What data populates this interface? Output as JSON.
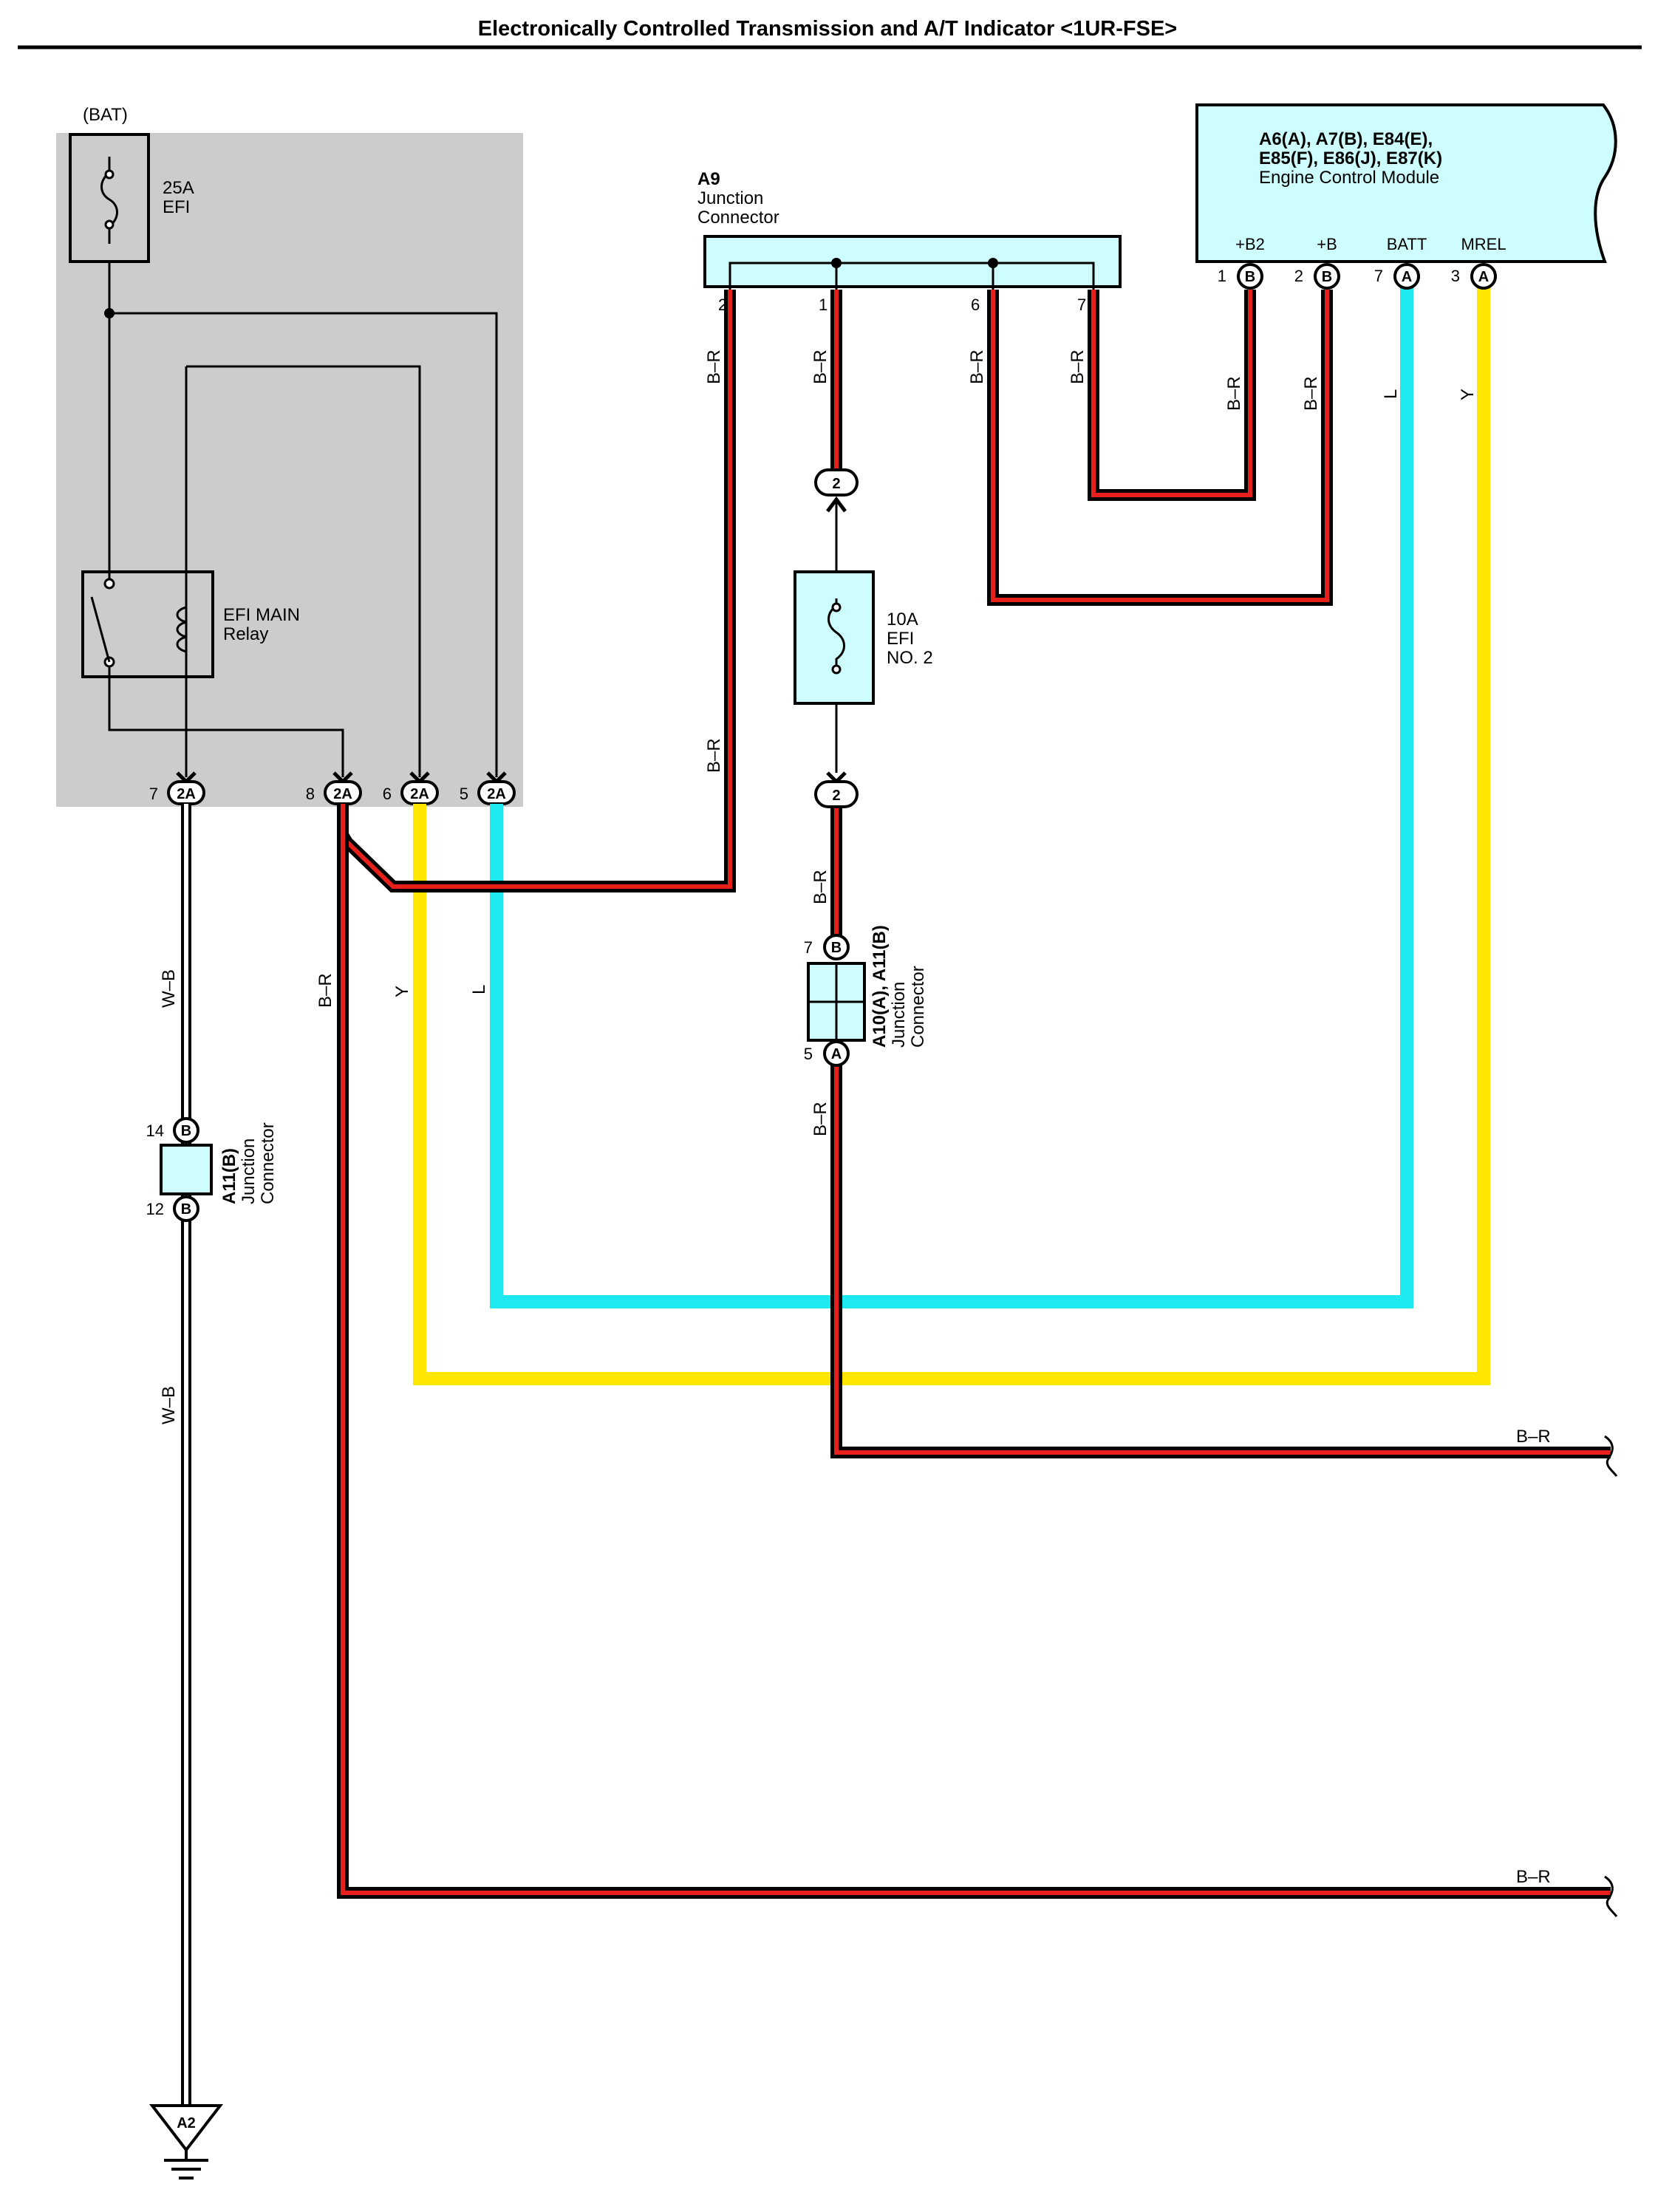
{
  "title": "Electronically Controlled Transmission and A/T Indicator <1UR-FSE>",
  "power_source": "(BAT)",
  "fuse_efi": {
    "rating": "25A",
    "name": "EFI"
  },
  "relay": {
    "line1": "EFI MAIN",
    "line2": "Relay"
  },
  "fuse_efi2": {
    "rating": "10A",
    "line1": "EFI",
    "line2": "NO. 2"
  },
  "a9": {
    "code": "A9",
    "line1": "Junction",
    "line2": "Connector",
    "pins": {
      "p2": "2",
      "p1": "1",
      "p6": "6",
      "p7": "7"
    }
  },
  "ecm": {
    "line1": "A6(A), A7(B), E84(E),",
    "line2": "E85(F), E86(J), E87(K)",
    "line3": "Engine Control Module",
    "terminals": [
      {
        "name": "+B2",
        "pin": "1",
        "conn": "B"
      },
      {
        "name": "+B",
        "pin": "2",
        "conn": "B"
      },
      {
        "name": "BATT",
        "pin": "7",
        "conn": "A"
      },
      {
        "name": "MREL",
        "pin": "3",
        "conn": "A"
      }
    ]
  },
  "relay_block_pins": [
    {
      "pin": "7",
      "conn": "2A"
    },
    {
      "pin": "8",
      "conn": "2A"
    },
    {
      "pin": "6",
      "conn": "2A"
    },
    {
      "pin": "5",
      "conn": "2A"
    }
  ],
  "inline_connector": "2",
  "a10_a11": {
    "code": "A10(A), A11(B)",
    "line1": "Junction",
    "line2": "Connector",
    "top_pin": "7",
    "top_conn": "B",
    "bottom_pin": "5",
    "bottom_conn": "A"
  },
  "a11b": {
    "code": "A11(B)",
    "line1": "Junction",
    "line2": "Connector",
    "top_pin": "14",
    "top_conn": "B",
    "bottom_pin": "12",
    "bottom_conn": "B"
  },
  "ground": "A2",
  "wire_colors": {
    "wb": "W–B",
    "br": "B–R",
    "y": "Y",
    "l": "L"
  },
  "colors": {
    "red": "#e8201c",
    "yellow": "#ffe600",
    "cyan": "#1ee8f0",
    "component_fill": "#cdfdfd",
    "relay_block": "#cccccc"
  }
}
